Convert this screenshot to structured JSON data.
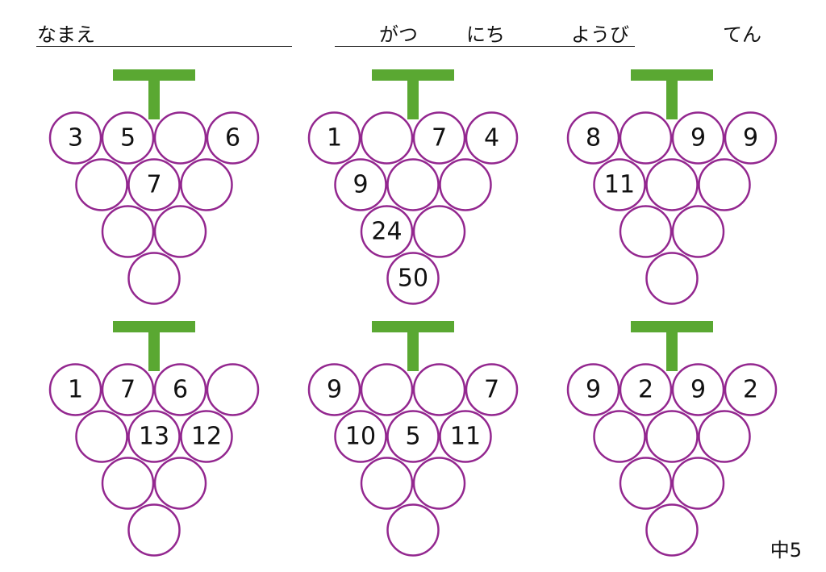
{
  "header": {
    "name_label": "なまえ",
    "month_label": "がつ",
    "day_label": "にち",
    "weekday_label": "ようび",
    "score_label": "てん"
  },
  "colors": {
    "circle_stroke": "#93278f",
    "stem": "#5aa832",
    "text": "#111111"
  },
  "grapes": [
    {
      "rows": [
        [
          "3",
          "5",
          "",
          "6"
        ],
        [
          "",
          "7",
          ""
        ],
        [
          "",
          ""
        ],
        [
          ""
        ]
      ]
    },
    {
      "rows": [
        [
          "1",
          "",
          "7",
          "4"
        ],
        [
          "9",
          "",
          ""
        ],
        [
          "24",
          ""
        ],
        [
          "50"
        ]
      ]
    },
    {
      "rows": [
        [
          "8",
          "",
          "9",
          "9"
        ],
        [
          "11",
          "",
          ""
        ],
        [
          "",
          ""
        ],
        [
          ""
        ]
      ]
    },
    {
      "rows": [
        [
          "1",
          "7",
          "6",
          ""
        ],
        [
          "",
          "13",
          "12"
        ],
        [
          "",
          ""
        ],
        [
          ""
        ]
      ]
    },
    {
      "rows": [
        [
          "9",
          "",
          "",
          "7"
        ],
        [
          "10",
          "5",
          "11"
        ],
        [
          "",
          ""
        ],
        [
          ""
        ]
      ]
    },
    {
      "rows": [
        [
          "9",
          "2",
          "9",
          "2"
        ],
        [
          "",
          "",
          ""
        ],
        [
          "",
          ""
        ],
        [
          ""
        ]
      ]
    }
  ],
  "footer": {
    "page_code": "中5"
  }
}
